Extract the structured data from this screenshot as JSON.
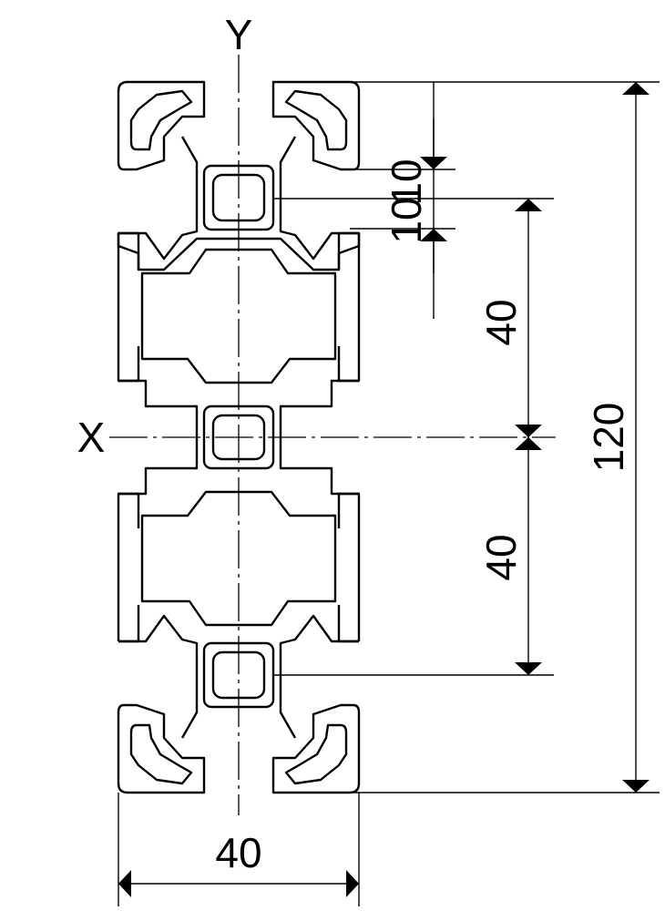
{
  "drawing": {
    "axis_labels": {
      "y": "Y",
      "x": "X"
    },
    "dimensions": {
      "slot_width": "10",
      "slot_height": "10",
      "upper_pitch": "40",
      "lower_pitch": "40",
      "total_height": "120",
      "total_width": "40"
    },
    "colors": {
      "line": "#000000",
      "background": "#ffffff"
    }
  }
}
